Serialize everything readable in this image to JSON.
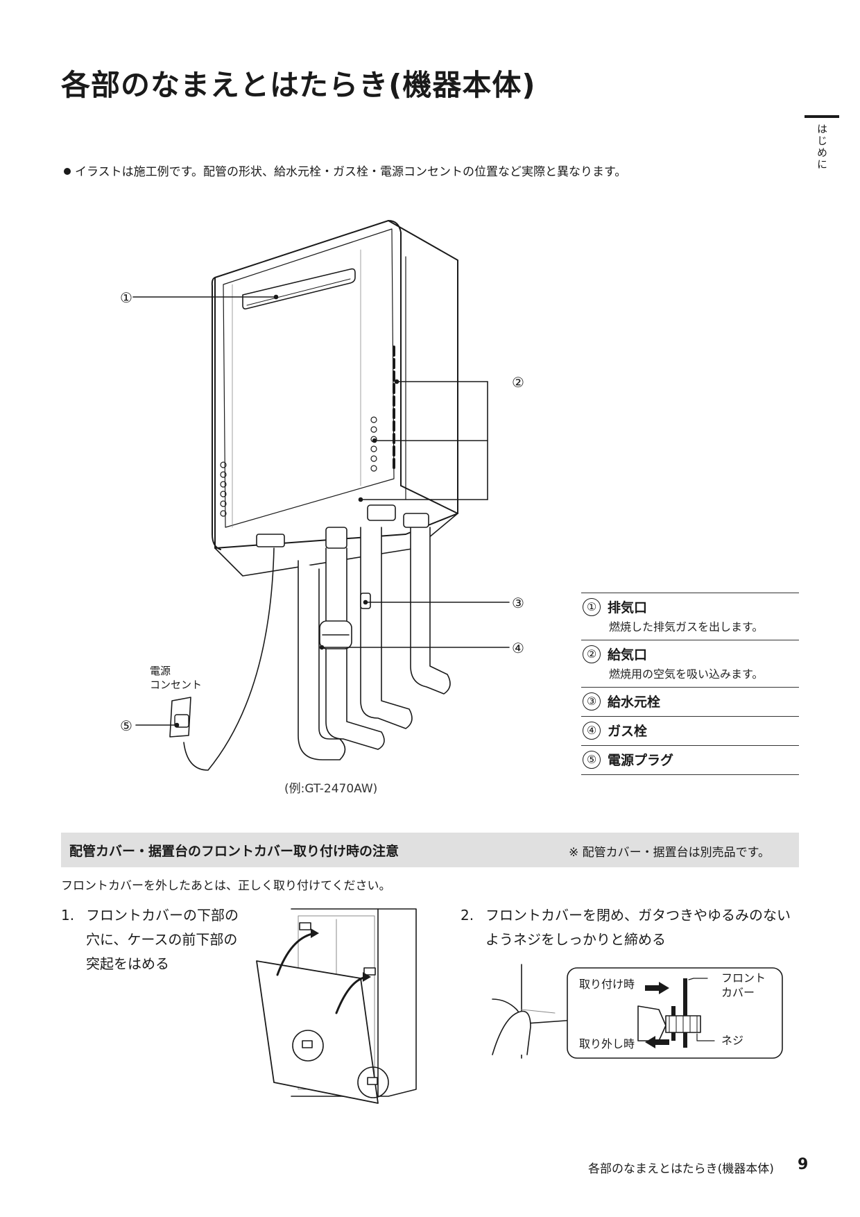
{
  "title": "各部のなまえとはたらき(機器本体)",
  "sidebar_tab": "はじめに",
  "note": "イラストは施工例です。配管の形状、給水元栓・ガス栓・電源コンセントの位置など実際と異なります。",
  "diagram": {
    "callouts": [
      "①",
      "②",
      "③",
      "④",
      "⑤"
    ],
    "outlet_label_line1": "電源",
    "outlet_label_line2": "コンセント",
    "caption": "(例:GT-2470AW)"
  },
  "legend": [
    {
      "num": "①",
      "name": "排気口",
      "desc": "燃焼した排気ガスを出します。"
    },
    {
      "num": "②",
      "name": "給気口",
      "desc": "燃焼用の空気を吸い込みます。"
    },
    {
      "num": "③",
      "name": "給水元栓",
      "desc": ""
    },
    {
      "num": "④",
      "name": "ガス栓",
      "desc": ""
    },
    {
      "num": "⑤",
      "name": "電源プラグ",
      "desc": ""
    }
  ],
  "notice": {
    "title": "配管カバー・据置台のフロントカバー取り付け時の注意",
    "side_note": "※ 配管カバー・据置台は別売品です。",
    "description": "フロントカバーを外したあとは、正しく取り付けてください。"
  },
  "steps": [
    {
      "num": "1.",
      "line1": "フロントカバーの下部の",
      "line2": "穴に、ケースの前下部の",
      "line3": "突起をはめる"
    },
    {
      "num": "2.",
      "line1": "フロントカバーを閉め、ガタつきやゆるみのない",
      "line2": "ようネジをしっかりと締める",
      "line3": ""
    }
  ],
  "screw_diagram": {
    "attach_label": "取り付け時",
    "remove_label": "取り外し時",
    "cover_label_line1": "フロント",
    "cover_label_line2": "カバー",
    "screw_label": "ネジ"
  },
  "footer": {
    "section": "各部のなまえとはたらき(機器本体)",
    "page": "9"
  }
}
